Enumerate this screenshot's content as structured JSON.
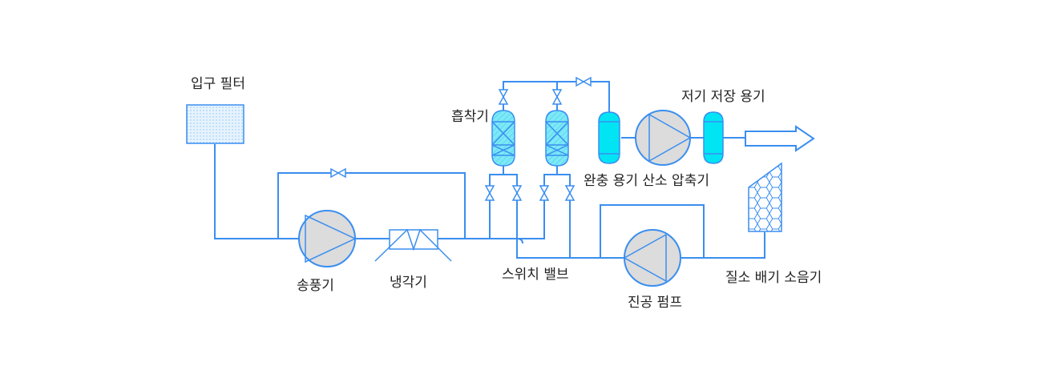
{
  "diagram": {
    "title": "",
    "colors": {
      "pipe": "#3a8ef0",
      "vessel_fill": "#00e4f4",
      "pump_fill": "#dcdcdc",
      "filter_fill": "#d8ecfb",
      "label": "#222222"
    },
    "labels": {
      "inlet_filter": "입구 필터",
      "blower": "송풍기",
      "cooler": "냉각기",
      "adsorber": "흡착기",
      "switch_valve": "스위치 밸브",
      "buffer_tank": "완충 용기",
      "oxygen_compressor": "산소 압축기",
      "buffer_and_compressor": "완충 용기 산소 압축기",
      "low_pressure_storage": "저기 저장 용기",
      "vacuum_pump": "진공 펌프",
      "nitrogen_silencer": "질소 배기 소음기"
    },
    "components": [
      {
        "id": "inlet-filter",
        "type": "filter",
        "label_key": "inlet_filter"
      },
      {
        "id": "blower",
        "type": "pump",
        "label_key": "blower"
      },
      {
        "id": "cooler",
        "type": "heat-exchanger",
        "label_key": "cooler"
      },
      {
        "id": "adsorber-1",
        "type": "vessel-packed",
        "label_key": "adsorber"
      },
      {
        "id": "adsorber-2",
        "type": "vessel-packed",
        "label_key": "adsorber"
      },
      {
        "id": "buffer-tank",
        "type": "vessel",
        "label_key": "buffer_tank"
      },
      {
        "id": "oxygen-compressor",
        "type": "pump",
        "label_key": "oxygen_compressor"
      },
      {
        "id": "storage-tank",
        "type": "vessel",
        "label_key": "low_pressure_storage"
      },
      {
        "id": "vacuum-pump",
        "type": "pump",
        "label_key": "vacuum_pump"
      },
      {
        "id": "silencer",
        "type": "silencer",
        "label_key": "nitrogen_silencer"
      },
      {
        "id": "outlet",
        "type": "flow-arrow"
      }
    ],
    "valve_count": 8
  }
}
